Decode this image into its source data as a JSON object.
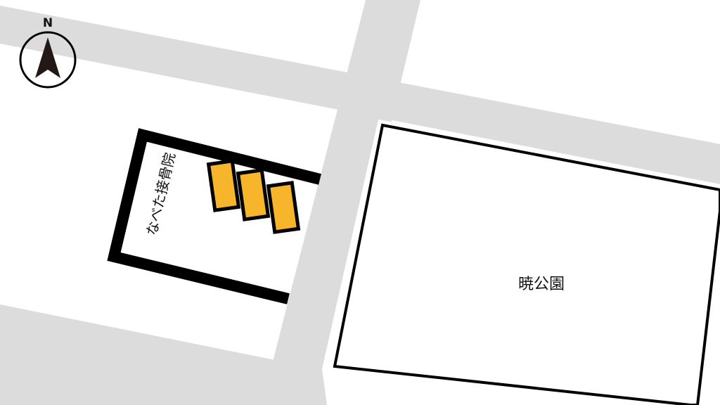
{
  "map": {
    "background_color": "#ffffff",
    "road_color": "#dcdcdc",
    "outline_color": "#000000",
    "parking_color": "#f7b52c",
    "compass": {
      "label": "N",
      "icon": "north-arrow-icon"
    },
    "places": {
      "clinic": {
        "name": "なべた接骨院"
      },
      "park": {
        "name": "暁公園"
      }
    },
    "parking": {
      "spaces": [
        {
          "id": "parking-space-1"
        },
        {
          "id": "parking-space-2"
        },
        {
          "id": "parking-space-3"
        }
      ]
    }
  }
}
